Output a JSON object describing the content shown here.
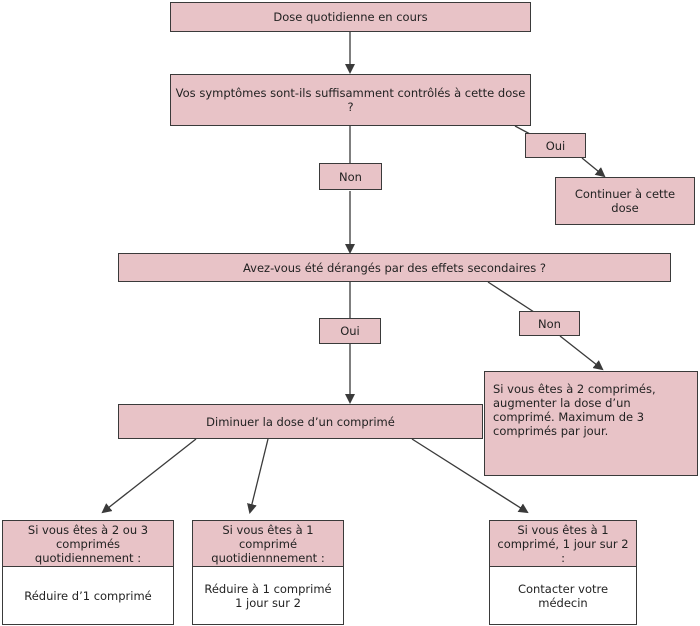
{
  "colors": {
    "box_fill": "#e8c3c7",
    "line": "#3a3a3a",
    "text": "#222222"
  },
  "flowchart": {
    "start": "Dose quotidienne en cours",
    "question_symptoms": "Vos symptômes sont-ils suffisamment contrôlés à cette dose ?",
    "yes_1": "Oui",
    "continue_dose": "Continuer à cette dose",
    "no_1": "Non",
    "question_side_effects": "Avez-vous été dérangés par des effets secondaires ?",
    "yes_2": "Oui",
    "no_2": "Non",
    "increase_dose": "Si vous êtes à 2 comprimés, augmenter la dose d’un comprimé. Maximum de 3 comprimés par jour.",
    "decrease_dose": "Diminuer la dose d’un comprimé",
    "cases": [
      {
        "condition": "Si vous êtes à 2 ou 3\ncomprimés quotidiennement :",
        "action": "Réduire d’1 comprimé"
      },
      {
        "condition": "Si vous êtes à 1 comprimé\nquotidiennnement :",
        "action": "Réduire à 1 comprimé\n1 jour sur 2"
      },
      {
        "condition": "Si vous êtes à 1\ncomprimé, 1 jour sur 2 :",
        "action": "Contacter votre médecin"
      }
    ]
  }
}
